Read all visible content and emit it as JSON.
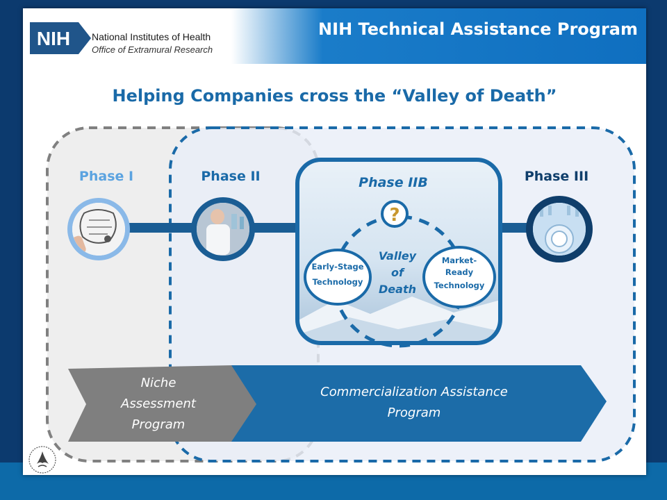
{
  "header": {
    "org_name": "National Institutes of Health",
    "org_subtitle": "Office of Extramural Research",
    "logo_text": "NIH",
    "program_title": "NIH Technical Assistance Program"
  },
  "slide": {
    "title": "Helping Companies cross the “Valley of Death”"
  },
  "phases": {
    "phase1": "Phase I",
    "phase2": "Phase II",
    "phase2b": "Phase IIB",
    "phase3": "Phase III"
  },
  "valley": {
    "question": "?",
    "valley_line1": "Valley",
    "valley_line2": "of",
    "valley_line3": "Death",
    "early_line1": "Early-Stage",
    "early_line2": "Technology",
    "market_line1": "Market-",
    "market_line2": "Ready",
    "market_line3": "Technology"
  },
  "programs": {
    "niche_line1": "Niche",
    "niche_line2": "Assessment",
    "niche_line3": "Program",
    "cap_line1": "Commercialization Assistance",
    "cap_line2": "Program"
  },
  "colors": {
    "accent_blue": "#1a6aa8",
    "header_blue": "#0f6fc0",
    "dark_blue": "#0c3a6e",
    "gray_arrow": "#7f7f7f",
    "dashed_gray": "#808080",
    "dashed_blue": "#1a6aa8"
  }
}
